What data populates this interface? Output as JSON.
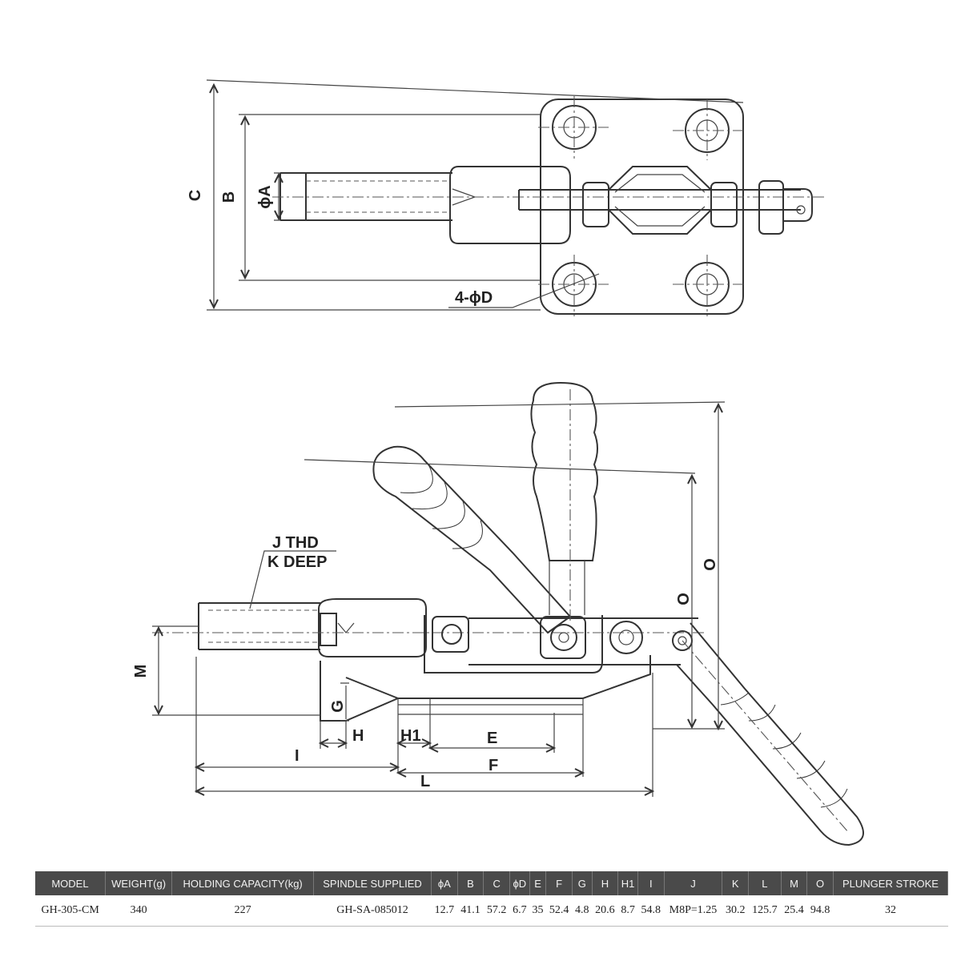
{
  "top_view": {
    "labels": {
      "c": "C",
      "b": "B",
      "phi_a": "ϕA",
      "four_phi_d": "4-ϕD"
    }
  },
  "side_view": {
    "labels": {
      "j_thd": "J  THD",
      "k_deep": "K DEEP",
      "m": "M",
      "g": "G",
      "h": "H",
      "h1": "H1",
      "e": "E",
      "f": "F",
      "i": "I",
      "l": "L",
      "o_inner": "O",
      "o_outer": "O"
    }
  },
  "spec_table": {
    "headers": [
      "MODEL",
      "WEIGHT(g)",
      "HOLDING CAPACITY(kg)",
      "SPINDLE SUPPLIED",
      "ϕA",
      "B",
      "C",
      "ϕD",
      "E",
      "F",
      "G",
      "H",
      "H1",
      "I",
      "J",
      "K",
      "L",
      "M",
      "O",
      "PLUNGER STROKE"
    ],
    "rows": [
      [
        "GH-305-CM",
        "340",
        "227",
        "GH-SA-085012",
        "12.7",
        "41.1",
        "57.2",
        "6.7",
        "35",
        "52.4",
        "4.8",
        "20.6",
        "8.7",
        "54.8",
        "M8P=1.25",
        "30.2",
        "125.7",
        "25.4",
        "94.8",
        "32"
      ]
    ]
  }
}
